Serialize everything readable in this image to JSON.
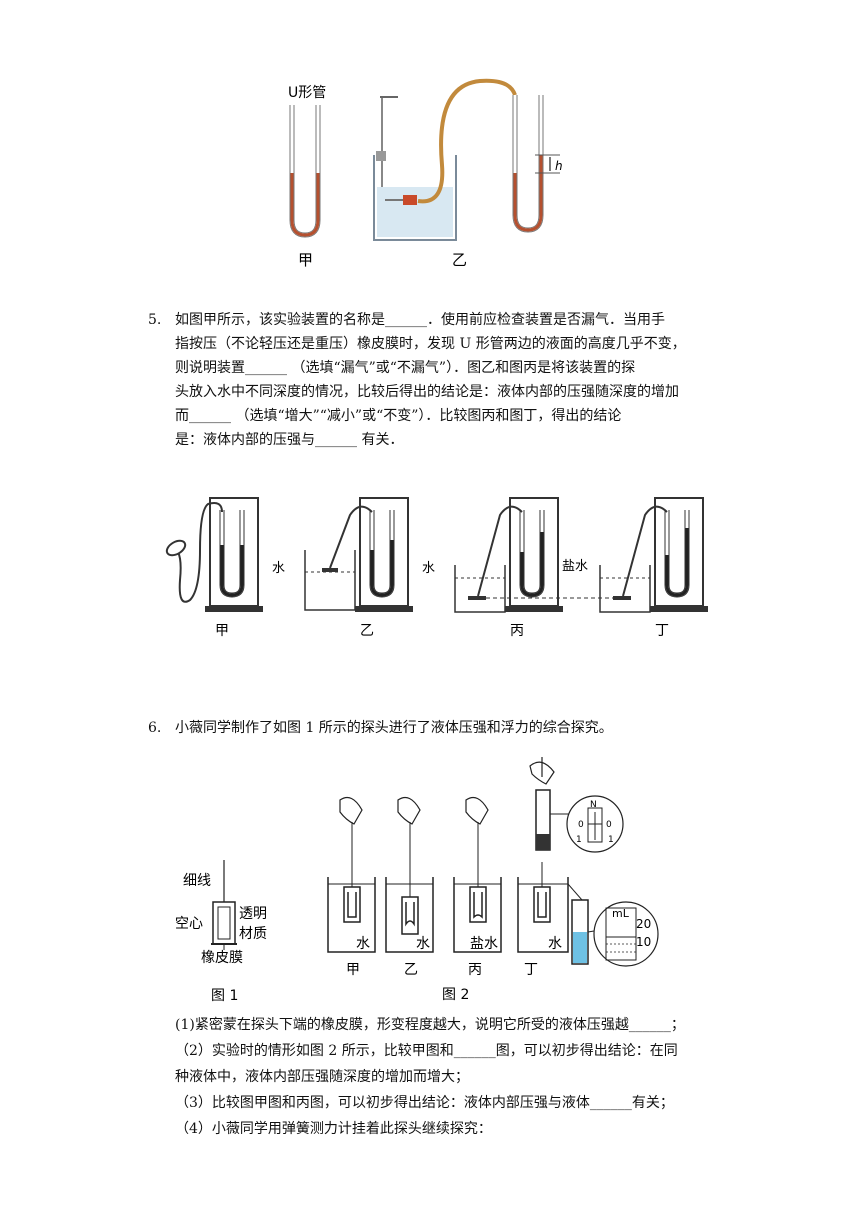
{
  "fig_top": {
    "u_tube_label": "U形管",
    "label_left": "甲",
    "label_right": "乙",
    "h_label": "h"
  },
  "q5": {
    "number": "5.",
    "lines": [
      "如图甲所示，该实验装置的名称是______．使用前应检查装置是否漏气．当用手",
      "指按压（不论轻压还是重压）橡皮膜时，发现 U 形管两边的液面的高度几乎不变，",
      "则说明装置______ （选填“漏气”或“不漏气”）．图乙和图丙是将该装置的探",
      "头放入水中不同深度的情况，比较后得出的结论是：液体内部的压强随深度的增加",
      "而______ （选填“增大”“减小”或“不变”）．比较图丙和图丁，得出的结论",
      "是：液体内部的压强与______ 有关．"
    ],
    "fig_labels": [
      "甲",
      "乙",
      "丙",
      "丁"
    ],
    "water": "水",
    "salt_water": "盐水"
  },
  "q6": {
    "number": "6.",
    "intro": "小薇同学制作了如图 1 所示的探头进行了液体压强和浮力的综合探究。",
    "fig1": {
      "thread": "细线",
      "hollow": "空心",
      "transparent": "透明",
      "material": "材质",
      "membrane": "橡皮膜",
      "caption": "图 1"
    },
    "fig2": {
      "labels": [
        "甲",
        "乙",
        "丙",
        "丁"
      ],
      "liquids": [
        "水",
        "水",
        "盐水",
        "水"
      ],
      "caption": "图 2",
      "scale_n": "N",
      "scale_0": "0",
      "scale_1": "1",
      "cyl_ml": "mL",
      "cyl_20": "20",
      "cyl_10": "10"
    },
    "items": [
      "(1)紧密蒙在探头下端的橡皮膜，形变程度越大，说明它所受的液体压强越______；",
      "（2）实验时的情形如图 2 所示，比较甲图和______图，可以初步得出结论：在同",
      "种液体中，液体内部压强随深度的增加而增大；",
      "（3）比较图甲图和丙图，可以初步得出结论：液体内部压强与液体______有关；",
      "（4）小薇同学用弹簧测力计挂着此探头继续探究："
    ]
  }
}
